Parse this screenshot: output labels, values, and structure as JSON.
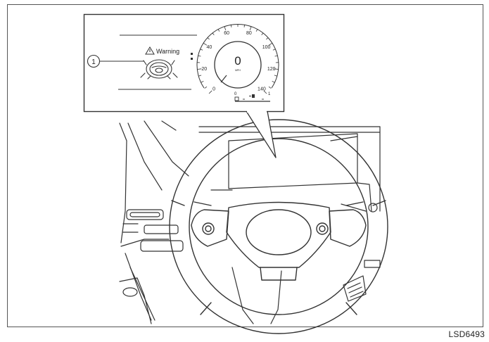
{
  "callout_number": "1",
  "warning_label": "Warning",
  "gauge": {
    "speed_value": "0",
    "unit": "MPH",
    "ticks": [
      "0",
      "20",
      "40",
      "60",
      "80",
      "100",
      "120",
      "140"
    ],
    "fuel_left": "0",
    "fuel_right": "1",
    "fuel_icon": "fuel-pump-icon",
    "warning_icon": "warning-triangle-icon"
  },
  "figure_code": "LSD6493"
}
